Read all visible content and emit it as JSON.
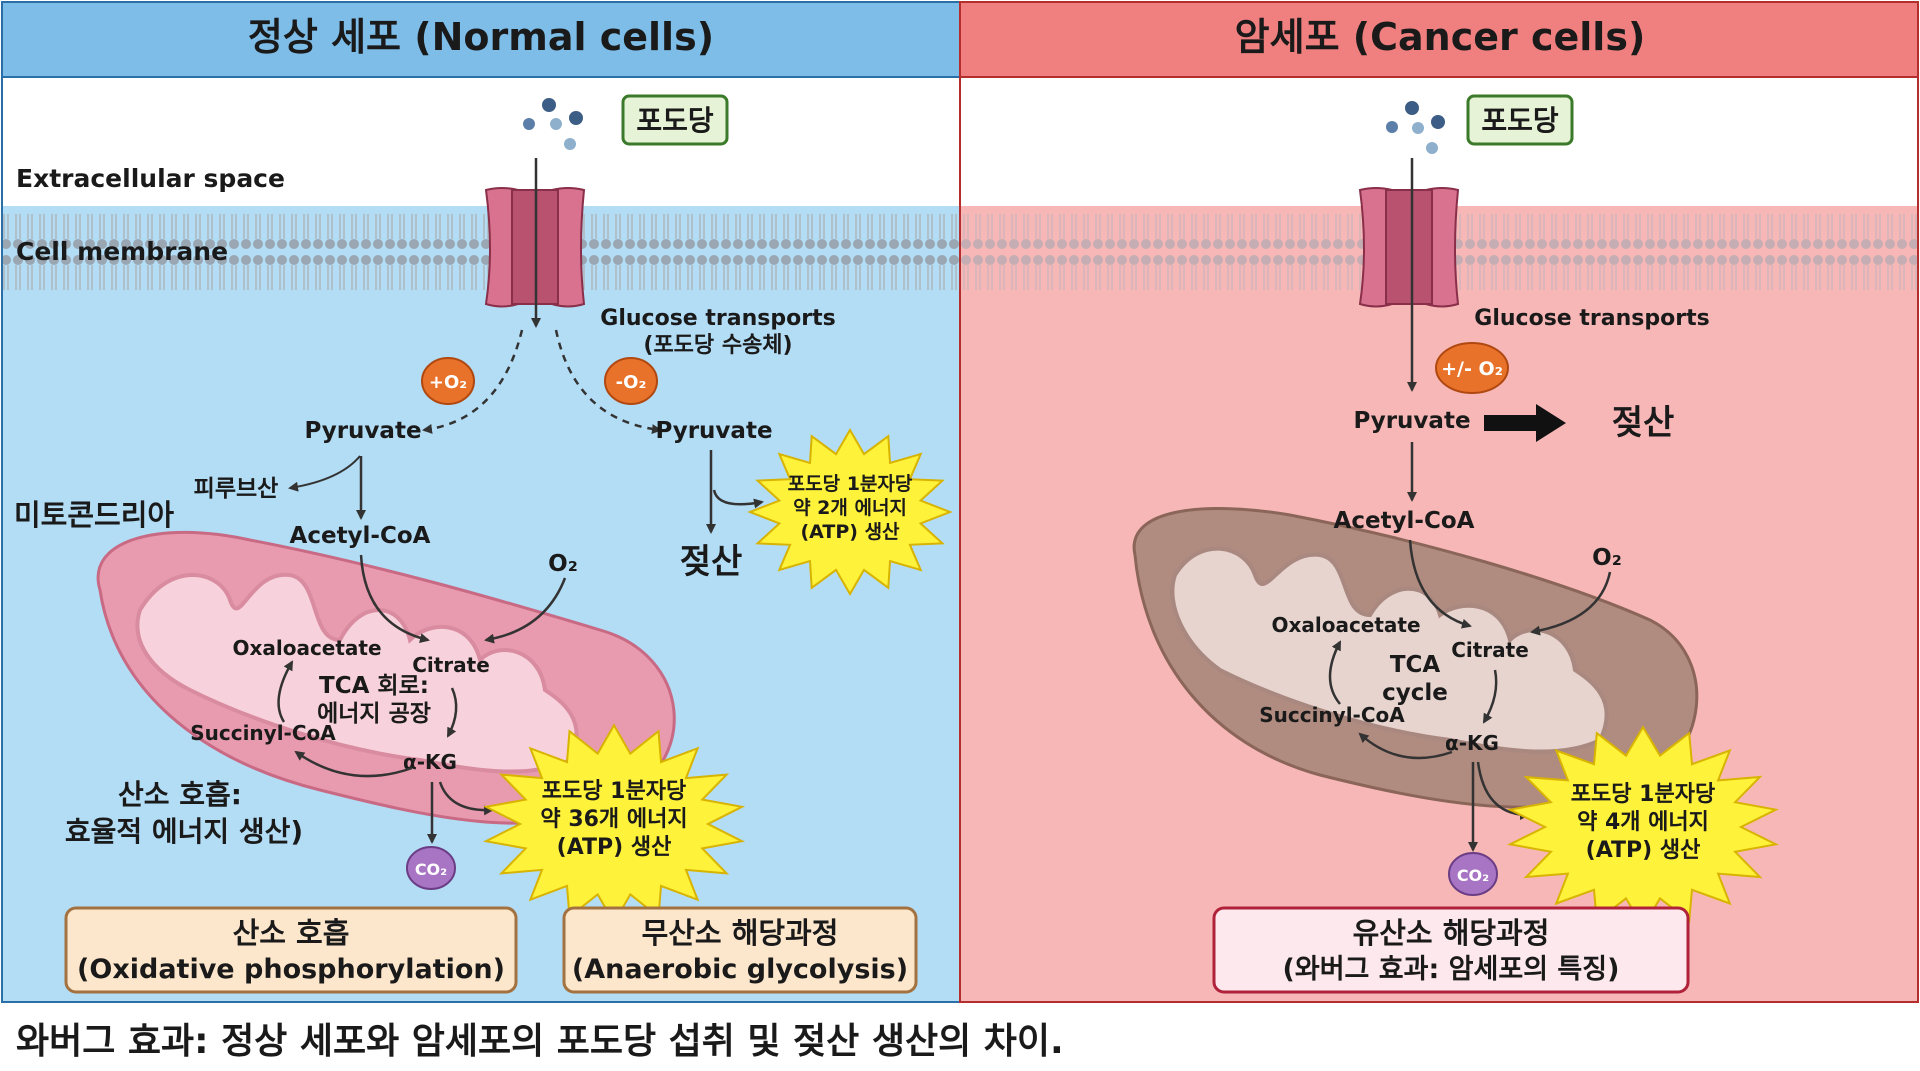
{
  "left": {
    "header": "정상 세포 (Normal cells)",
    "glucose_label": "포도당",
    "extracellular": "Extracellular space",
    "membrane": "Cell membrane",
    "transporter": "Glucose transports",
    "transporter_ko": "(포도당 수송체)",
    "o2_plus": "+O₂",
    "o2_minus": "-O₂",
    "pyruvate_left": "Pyruvate",
    "pyruvate_right": "Pyruvate",
    "pyruvic_acid": "피루브산",
    "mitochondria": "미토콘드리아",
    "acetyl_coa": "Acetyl-CoA",
    "o2": "O₂",
    "oxaloacetate": "Oxaloacetate",
    "citrate": "Citrate",
    "tca_line1": "TCA 회로:",
    "tca_line2": "에너지 공장",
    "succinyl": "Succinyl-CoA",
    "akg": "α-KG",
    "co2": "CO₂",
    "resp_line1": "산소 호흡:",
    "resp_line2": "효율적 에너지 생산)",
    "lactate": "젖산",
    "burst_small": [
      "포도당 1분자당",
      "약 2개 에너지",
      "(ATP) 생산"
    ],
    "burst_big": [
      "포도당 1분자당",
      "약 36개 에너지",
      "(ATP) 생산"
    ],
    "box1": [
      "산소 호흡",
      "(Oxidative phosphorylation)"
    ],
    "box2": [
      "무산소 해당과정",
      "(Anaerobic glycolysis)"
    ]
  },
  "right": {
    "header": "암세포 (Cancer cells)",
    "glucose_label": "포도당",
    "transporter": "Glucose transports",
    "o2_pm": "+/- O₂",
    "pyruvate": "Pyruvate",
    "lactate": "젖산",
    "acetyl_coa": "Acetyl-CoA",
    "o2": "O₂",
    "oxaloacetate": "Oxaloacetate",
    "citrate": "Citrate",
    "tca_line1": "TCA",
    "tca_line2": "cycle",
    "succinyl": "Succinyl-CoA",
    "akg": "α-KG",
    "co2": "CO₂",
    "burst": [
      "포도당 1분자당",
      "약 4개 에너지",
      "(ATP) 생산"
    ],
    "box": [
      "유산소 해당과정",
      "(와버그 효과: 암세포의 특징)"
    ]
  },
  "caption": "와버그 효과: 정상 세포와 암세포의 포도당 섭취 및 젖산 생산의 차이.",
  "colors": {
    "left_header": "#7dbde8",
    "left_bg": "#b3dcf5",
    "right_header": "#f07f7f",
    "right_bg": "#f7b7b7",
    "mito_normal": "#e89aae",
    "mito_cancer": "#b08b80",
    "transporter": "#d9728f",
    "burst": "#fff23a",
    "o2_badge": "#e8722a",
    "co2_badge": "#a874c4"
  }
}
